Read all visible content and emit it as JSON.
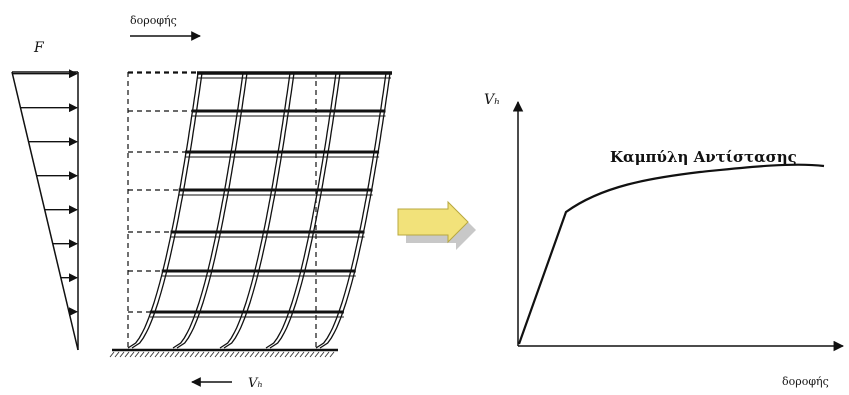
{
  "load": {
    "label": "F",
    "arrows": 8
  },
  "building": {
    "top_displacement_label": "δοροφής",
    "base_shear_label": "Vₕ",
    "storeys": 7,
    "bays": 4
  },
  "transition_arrow": {
    "color": "#f2e27a"
  },
  "curve": {
    "title": "Καμπύλη Αντίστασης",
    "ylabel": "Vₕ",
    "xlabel": "δοροφής"
  }
}
